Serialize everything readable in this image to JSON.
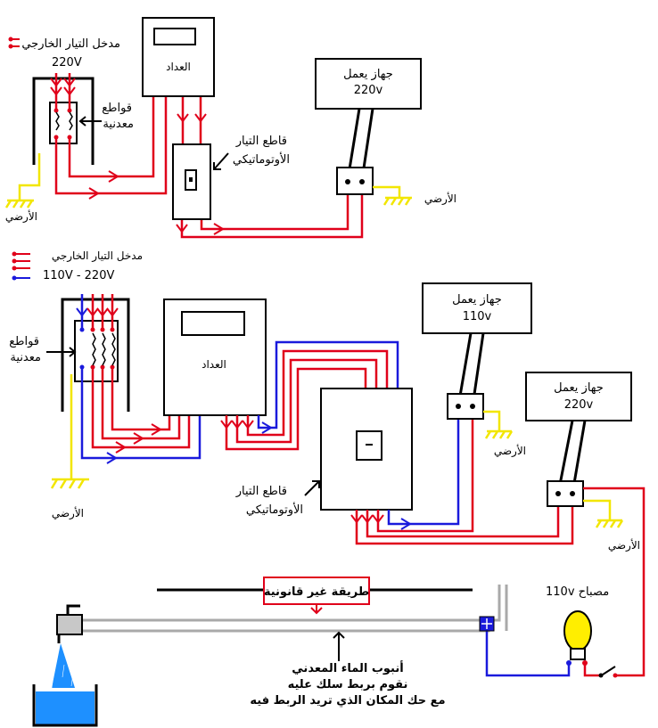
{
  "top": {
    "incoming_label": "مدخل التيار الخارجي",
    "voltage": "220V",
    "breakers_label_1": "قواطع",
    "breakers_label_2": "معدنية",
    "meter_label": "العداد",
    "auto_breaker_1": "قاطع التيار",
    "auto_breaker_2": "الأوتوماتيكي",
    "device_label_1": "جهاز يعمل",
    "device_label_2": "220v",
    "ground_left": "الأرضي",
    "ground_right": "الأرضي"
  },
  "bottom": {
    "incoming_label": "مدخل التيار الخارجي",
    "voltage": "110V - 220V",
    "breakers_label_1": "قواطع",
    "breakers_label_2": "معدنية",
    "meter_label": "العداد",
    "auto_breaker_1": "قاطع التيار",
    "auto_breaker_2": "الأوتوماتيكي",
    "device110_label_1": "جهاز يعمل",
    "device110_label_2": "110v",
    "device220_label_1": "جهاز يعمل",
    "device220_label_2": "220v",
    "ground_left": "الأرضي",
    "ground_mid": "الأرضي",
    "ground_right": "الأرضي"
  },
  "illegal": {
    "banner": "طريقة غير قانونية",
    "lamp_label": "110v مصباح",
    "pipe_line_1": "أنبوب الماء المعدني",
    "pipe_line_2": "نقوم بربط سلك عليه",
    "pipe_line_3": "مع حك المكان الذي تريد الربط فيه"
  },
  "colors": {
    "hot": "#e0001a",
    "neutral": "#1a1adc",
    "ground": "#f2e600",
    "pipe": "#a9a9a9",
    "water": "#1e90ff",
    "lamp": "#ffee00"
  }
}
